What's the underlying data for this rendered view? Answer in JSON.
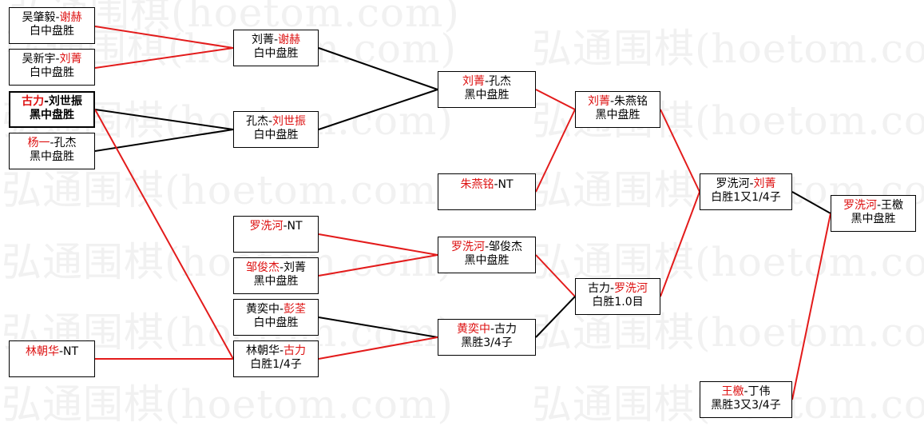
{
  "watermark": "弘通围棋(hoetom.com)",
  "colors": {
    "winner_line": "#e31b1b",
    "loser_line": "#000000",
    "winner_text": "#dd1111"
  },
  "matches": {
    "r1_1": {
      "p1": "吴肇毅",
      "sep": "-",
      "p2": "谢赫",
      "result": "白中盘胜",
      "winner": "p2"
    },
    "r1_2": {
      "p1": "吴新宇",
      "sep": "-",
      "p2": "刘菁",
      "result": "白中盘胜",
      "winner": "p2"
    },
    "r1_3": {
      "p1": "古力",
      "sep": "-",
      "p2": "刘世振",
      "result": "黑中盘胜",
      "winner": "p1"
    },
    "r1_4": {
      "p1": "杨一",
      "sep": "-",
      "p2": "孔杰",
      "result": "黑中盘胜",
      "winner": "p1"
    },
    "r1_5": {
      "p1": "林朝华",
      "sep": "-",
      "p2": "NT",
      "result": "",
      "winner": "p1"
    },
    "r2_1": {
      "p1": "刘菁",
      "sep": "-",
      "p2": "谢赫",
      "result": "白中盘胜",
      "winner": "p2"
    },
    "r2_2": {
      "p1": "孔杰",
      "sep": "-",
      "p2": "刘世振",
      "result": "白中盘胜",
      "winner": "p2"
    },
    "r2_3": {
      "p1": "罗洗河",
      "sep": "-",
      "p2": "NT",
      "result": "",
      "winner": "p1"
    },
    "r2_4": {
      "p1": "邹俊杰",
      "sep": "-",
      "p2": "刘菁",
      "result": "黑中盘胜",
      "winner": "p1"
    },
    "r2_5": {
      "p1": "黄奕中",
      "sep": "-",
      "p2": "彭荃",
      "result": "白中盘胜",
      "winner": "p2"
    },
    "r2_6": {
      "p1": "林朝华",
      "sep": "-",
      "p2": "古力",
      "result": "白胜1/4子",
      "winner": "p2"
    },
    "r3_1": {
      "p1": "刘菁",
      "sep": "-",
      "p2": "孔杰",
      "result": "黑中盘胜",
      "winner": "p1"
    },
    "r3_2": {
      "p1": "朱燕铭",
      "sep": "-",
      "p2": "NT",
      "result": "",
      "winner": "p1"
    },
    "r3_3": {
      "p1": "罗洗河",
      "sep": "-",
      "p2": "邹俊杰",
      "result": "黑中盘胜",
      "winner": "p1"
    },
    "r3_4": {
      "p1": "黄奕中",
      "sep": "-",
      "p2": "古力",
      "result": "黑胜3/4子",
      "winner": "p1"
    },
    "r4_1": {
      "p1": "刘菁",
      "sep": "-",
      "p2": "朱燕铭",
      "result": "黑中盘胜",
      "winner": "p1"
    },
    "r4_2": {
      "p1": "古力",
      "sep": "-",
      "p2": "罗洗河",
      "result": "白胜1.0目",
      "winner": "p2"
    },
    "r5_1": {
      "p1": "罗洗河",
      "sep": "-",
      "p2": "刘菁",
      "result": "白胜1又1/4子",
      "winner": "p2"
    },
    "r5_2": {
      "p1": "王檄",
      "sep": "-",
      "p2": "丁伟",
      "result": "黑胜3又3/4子",
      "winner": "p1"
    },
    "final": {
      "p1": "罗洗河",
      "sep": "-",
      "p2": "王檄",
      "result": "黑中盘胜",
      "winner": "p1"
    }
  }
}
